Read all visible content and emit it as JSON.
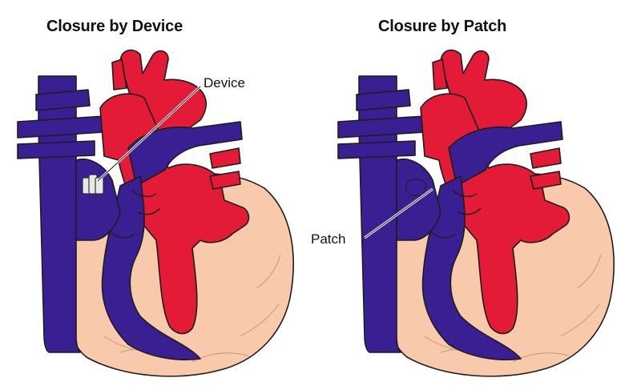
{
  "left_panel": {
    "title": "Closure by Device",
    "callout": "Device"
  },
  "right_panel": {
    "title": "Closure by Patch",
    "callout": "Patch"
  },
  "colors": {
    "blue": "#3a1f93",
    "red": "#e31b36",
    "tissue": "#f8c9aa",
    "outline": "#1d1d1d",
    "device": "#e8e8e8"
  }
}
